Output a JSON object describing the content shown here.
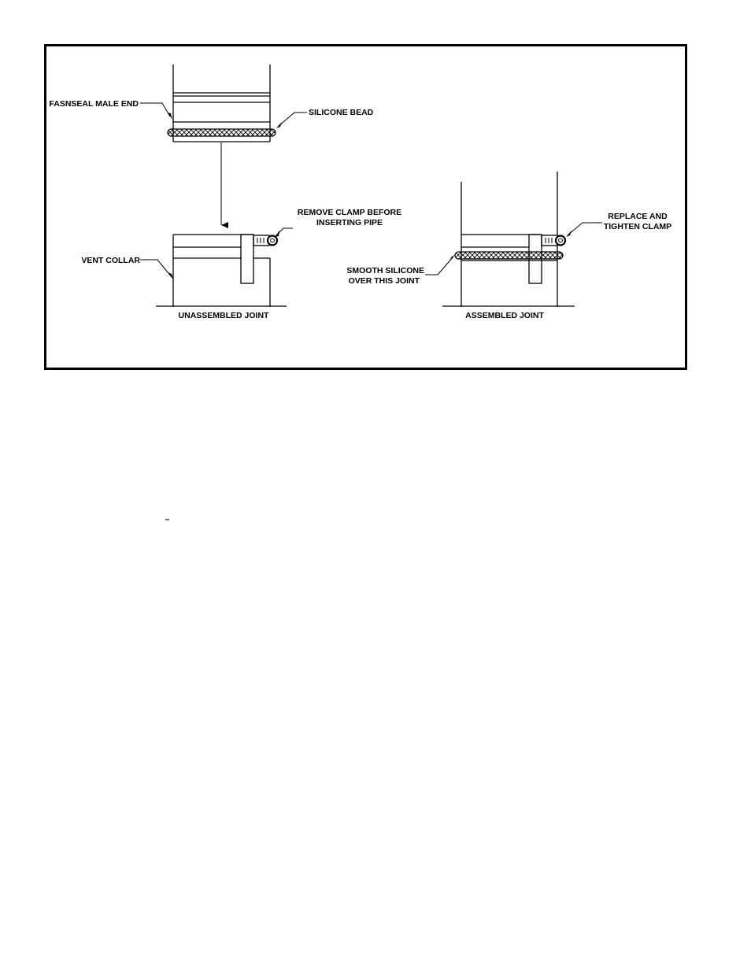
{
  "figure": {
    "labels": {
      "fasnseal_male_end": "FASNSEAL MALE END",
      "silicone_bead": "SILICONE BEAD",
      "remove_clamp_line1": "REMOVE CLAMP BEFORE",
      "remove_clamp_line2": "INSERTING PIPE",
      "vent_collar": "VENT COLLAR",
      "unassembled_joint": "UNASSEMBLED JOINT",
      "replace_clamp_line1": "REPLACE AND",
      "replace_clamp_line2": "TIGHTEN CLAMP",
      "smooth_silicone_line1": "SMOOTH SILICONE",
      "smooth_silicone_line2": "OVER THIS JOINT",
      "assembled_joint": "ASSEMBLED JOINT"
    }
  },
  "colors": {
    "line": "#000000",
    "background": "#ffffff"
  }
}
